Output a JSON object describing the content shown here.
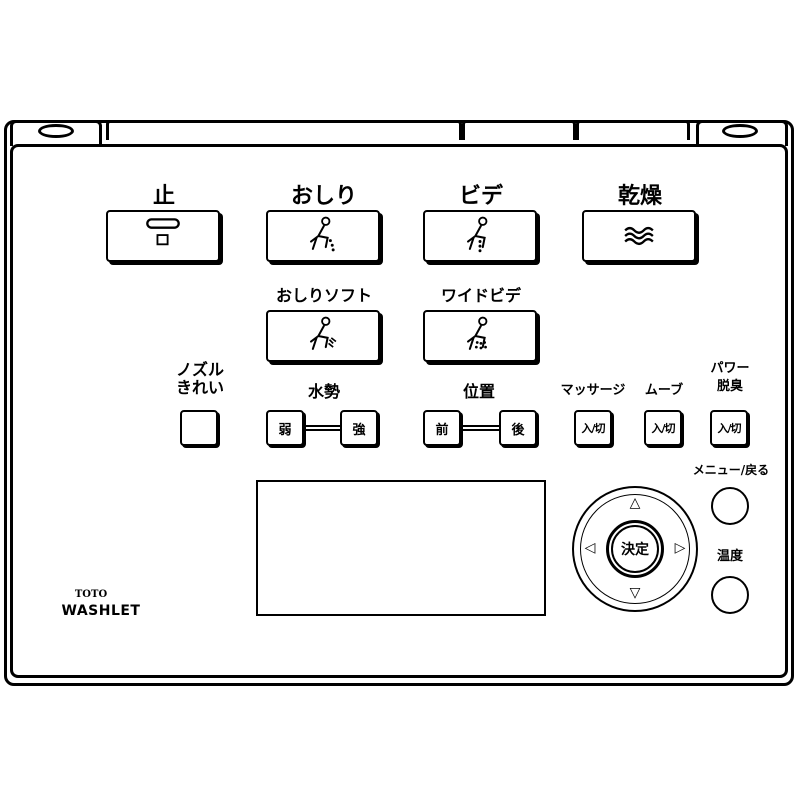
{
  "top_row": {
    "stop": {
      "label": "止",
      "icon": "stop-square-icon"
    },
    "rear": {
      "label": "おしり",
      "icon": "rear-wash-icon"
    },
    "bidet": {
      "label": "ビデ",
      "icon": "bidet-wash-icon"
    },
    "dry": {
      "label": "乾燥",
      "icon": "dry-wave-icon"
    }
  },
  "second_row": {
    "rear_soft": {
      "label": "おしりソフト",
      "icon": "rear-soft-wash-icon"
    },
    "wide_bidet": {
      "label": "ワイドビデ",
      "icon": "wide-bidet-icon"
    }
  },
  "nozzle_clean": {
    "label_line1": "ノズル",
    "label_line2": "きれい"
  },
  "water_pressure": {
    "label": "水勢",
    "weak": "弱",
    "strong": "強"
  },
  "position": {
    "label": "位置",
    "front": "前",
    "back": "後"
  },
  "massage": {
    "label": "マッサージ",
    "toggle": "入/切"
  },
  "move": {
    "label": "ムーブ",
    "toggle": "入/切"
  },
  "power_deodorize": {
    "label_line1": "パワー",
    "label_line2": "脱臭",
    "toggle": "入/切"
  },
  "dpad": {
    "center": "決定",
    "up": "△",
    "down": "▽",
    "left": "◁",
    "right": "▷"
  },
  "menu_back": {
    "label": "メニュー/戻る"
  },
  "temperature": {
    "label": "温度"
  },
  "brand": {
    "maker": "TOTO",
    "product": "WASHLET"
  }
}
